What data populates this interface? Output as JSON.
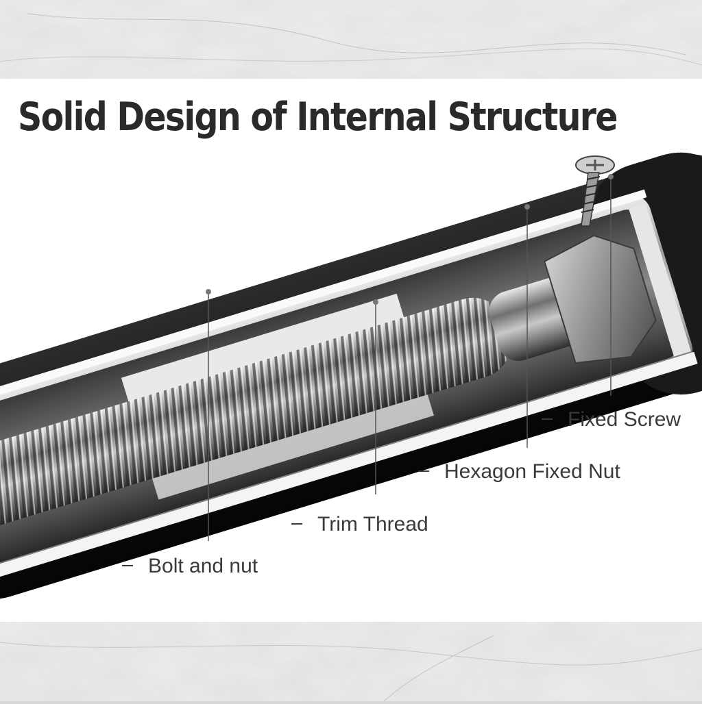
{
  "title": "Solid Design of Internal Structure",
  "labels": {
    "fixed_screw": "Fixed Screw",
    "hexagon_fixed_nut": "Hexagon Fixed Nut",
    "trim_thread": "Trim Thread",
    "bolt_and_nut": "Bolt and nut"
  },
  "colors": {
    "background_marble": "#d8d8d8",
    "panel": "#ffffff",
    "foam": "#151515",
    "steel": "#b9b9b9",
    "title_text": "#2a2a2a"
  }
}
